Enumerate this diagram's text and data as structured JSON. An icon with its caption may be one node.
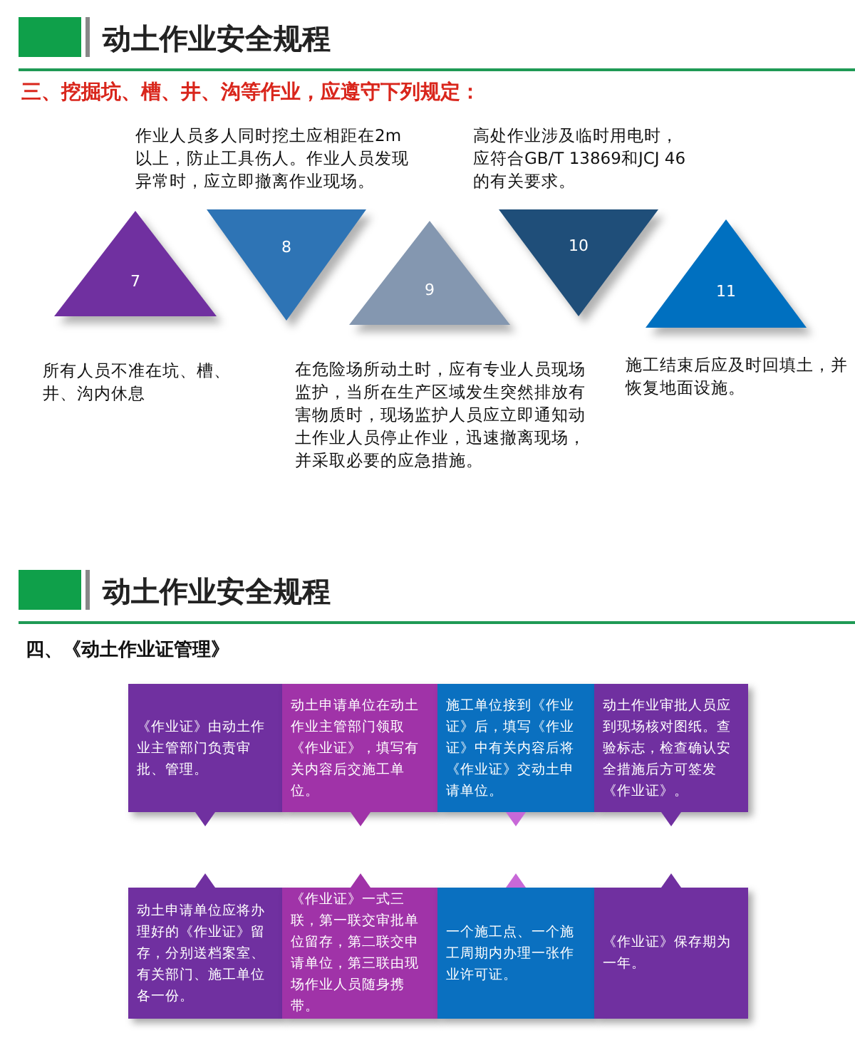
{
  "diagram": {
    "nodes": [
      {
        "text": [
          "7"
        ],
        "beside": [
          "所有人员不准在坑、槽、井、沟内休息"
        ]
      },
      {
        "text": [
          "8"
        ],
        "beside": [
          "作业人员多人同时挖土应相距在2m以上，防止工具伤人。作业人员发现异常时，应立即撤离作业现场。"
        ]
      },
      {
        "text": [
          "9"
        ],
        "beside": [
          "在危险场所动土时，应有专业人员现场监护，当所在生产区域发生突然排放有害物质时，现场监护人员应立即通知动土作业人员停止作业，迅速撤离现场，并采取必要的应急措施。"
        ]
      },
      {
        "text": [
          "10"
        ],
        "beside": [
          "高处作业涉及临时用电时，应符合GB/T 13869和JCJ 46的有关要求。"
        ]
      },
      {
        "text": [
          "11"
        ],
        "beside": [
          "施工结束后应及时回填土，并恢复地面设施。"
        ]
      },
      {
        "text": [
          "《作业证》由动土作业主管部门负责审批、管理。"
        ]
      },
      {
        "text": [
          "动土申请单位在动土作业主管部门领取《作业证》，填写有关内容后交施工单位。"
        ]
      },
      {
        "text": [
          "施工单位接到《作业证》后，填写《作业证》中有关内容后将《作业证》交动土申请单位。"
        ]
      },
      {
        "text": [
          "动土作业审批人员应到现场核对图纸。查验标志，检查确认安全措施后方可签发《作业证》。"
        ]
      },
      {
        "text": [
          "动土申请单位应将办理好的《作业证》留存，分别送档案室、有关部门、施工单位各一份。"
        ]
      },
      {
        "text": [
          "《作业证》一式三联，第一联交审批单位留存，第二联交申请单位，第三联由现场作业人员随身携带。"
        ]
      },
      {
        "text": [
          "一个施工点、一个施工周期内办理一张作业许可证。"
        ]
      },
      {
        "text": [
          "《作业证》保存期为一年。"
        ]
      }
    ],
    "labels": [
      "动土作业安全规程",
      "三、挖掘坑、槽、井、沟等作业，应遵守下列规定：",
      "动土作业安全规程",
      "四、《动土作业证管理》"
    ]
  }
}
